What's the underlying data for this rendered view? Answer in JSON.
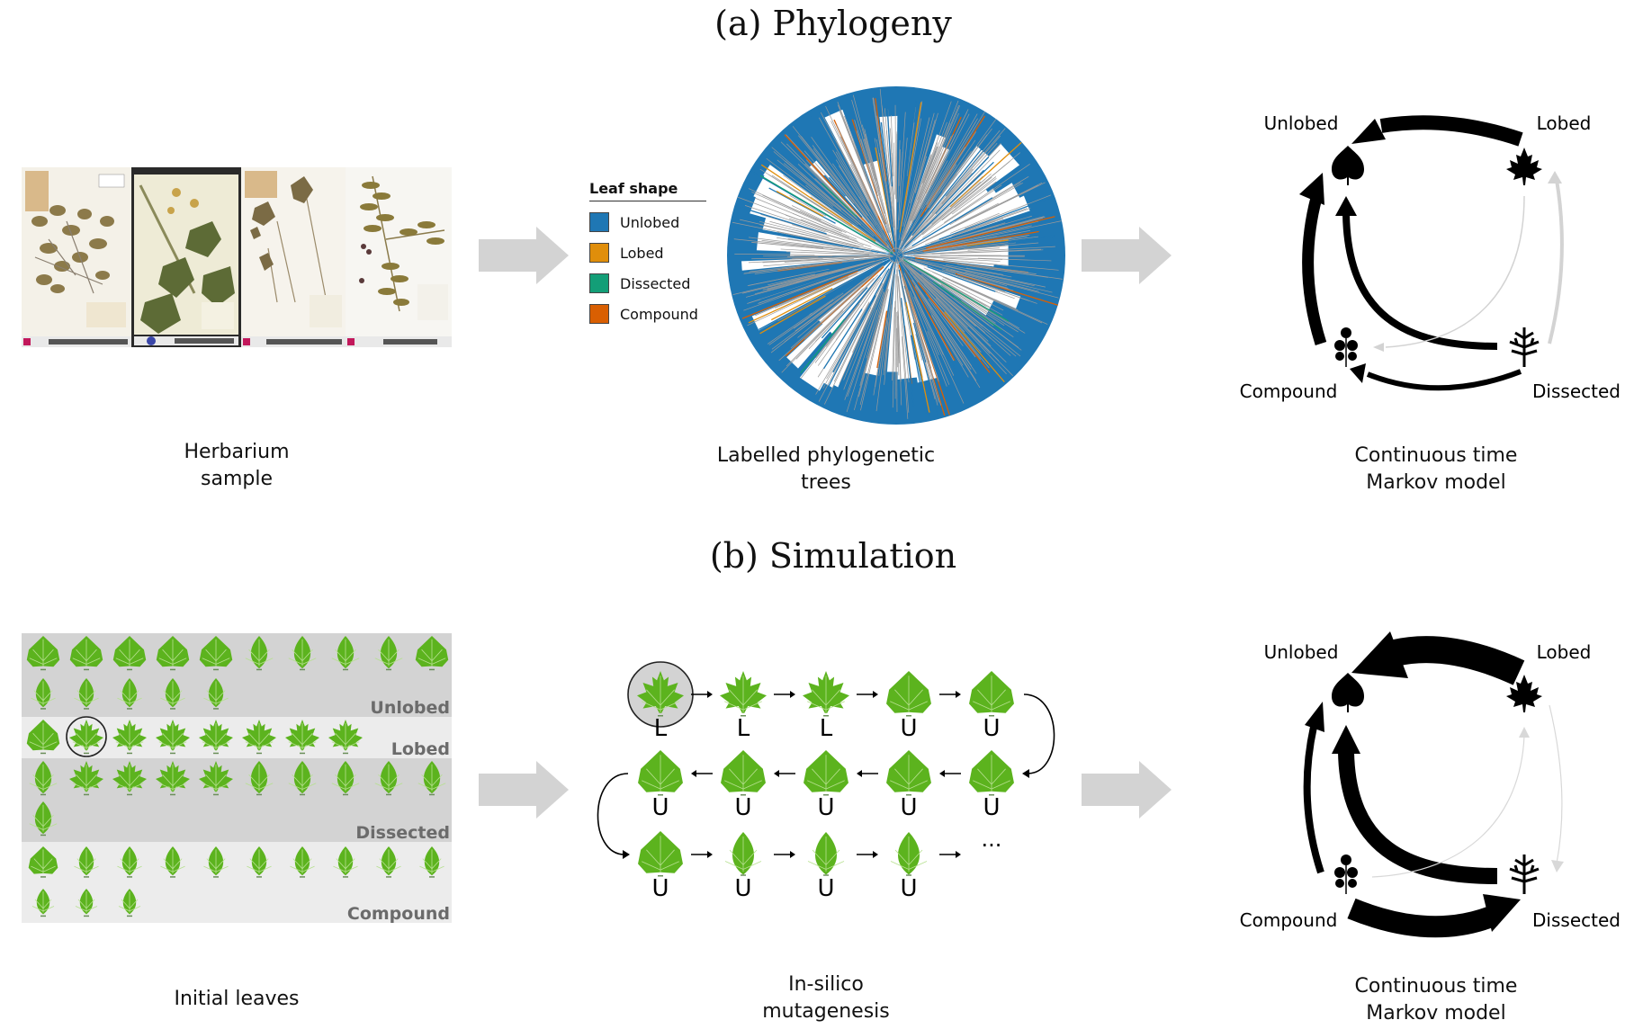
{
  "panel_a": {
    "title": "(a) Phylogeny",
    "herbarium_caption": [
      "Herbarium",
      "sample"
    ],
    "herbarium_sheets": [
      {
        "kind": "oval-leaflets",
        "background": "#f4f1e8"
      },
      {
        "kind": "lobed-maple",
        "background": "#eeebd6"
      },
      {
        "kind": "palmate-dissected",
        "background": "#f6f3ec"
      },
      {
        "kind": "pinnate-compound",
        "background": "#f7f6f2"
      }
    ],
    "tree_caption": [
      "Labelled phylogenetic",
      "trees"
    ],
    "legend": {
      "title": "Leaf shape",
      "items": [
        {
          "label": "Unlobed",
          "color": "#1f77b4"
        },
        {
          "label": "Lobed",
          "color": "#e08e0b"
        },
        {
          "label": "Dissected",
          "color": "#139e77"
        },
        {
          "label": "Compound",
          "color": "#d95f02"
        }
      ]
    },
    "markov_caption": [
      "Continuous time",
      "Markov model"
    ],
    "markov": {
      "nodes": {
        "unlobed": "Unlobed",
        "lobed": "Lobed",
        "compound": "Compound",
        "dissected": "Dissected"
      },
      "edges": [
        {
          "from": "lobed",
          "to": "unlobed",
          "weight": "strong"
        },
        {
          "from": "compound",
          "to": "unlobed",
          "weight": "strong"
        },
        {
          "from": "dissected",
          "to": "unlobed",
          "weight": "medium"
        },
        {
          "from": "dissected",
          "to": "compound",
          "weight": "medium"
        },
        {
          "from": "lobed",
          "to": "compound",
          "weight": "faint"
        },
        {
          "from": "dissected",
          "to": "lobed",
          "weight": "faint"
        }
      ]
    }
  },
  "panel_b": {
    "title": "(b) Simulation",
    "initial_caption": "Initial leaves",
    "grid_bands": [
      "Unlobed",
      "Lobed",
      "Dissected",
      "Compound"
    ],
    "grid_counts": [
      15,
      8,
      11,
      13
    ],
    "mutagenesis_caption": [
      "In-silico",
      "mutagenesis"
    ],
    "mutagenesis_rows": [
      [
        "L",
        "L",
        "L",
        "U",
        "U"
      ],
      [
        "U",
        "U",
        "U",
        "U",
        "U"
      ],
      [
        "U",
        "U",
        "U",
        "U",
        "..."
      ]
    ],
    "markov_caption": [
      "Continuous time",
      "Markov model"
    ],
    "markov": {
      "nodes": {
        "unlobed": "Unlobed",
        "lobed": "Lobed",
        "compound": "Compound",
        "dissected": "Dissected"
      },
      "edges": [
        {
          "from": "lobed",
          "to": "unlobed",
          "weight": "very-strong"
        },
        {
          "from": "compound",
          "to": "unlobed",
          "weight": "medium"
        },
        {
          "from": "dissected",
          "to": "unlobed",
          "weight": "strong"
        },
        {
          "from": "compound",
          "to": "dissected",
          "weight": "very-strong"
        },
        {
          "from": "compound",
          "to": "lobed",
          "weight": "faint"
        },
        {
          "from": "lobed",
          "to": "dissected",
          "weight": "faint"
        }
      ]
    }
  },
  "colors": {
    "leaf_green": "#5cb31e",
    "leaf_vein": "#b6e08f",
    "flow_arrow": "#d3d3d3",
    "band_dark": "#d3d3d3",
    "band_light": "#ececec",
    "band_label": "#6b6b6b"
  }
}
